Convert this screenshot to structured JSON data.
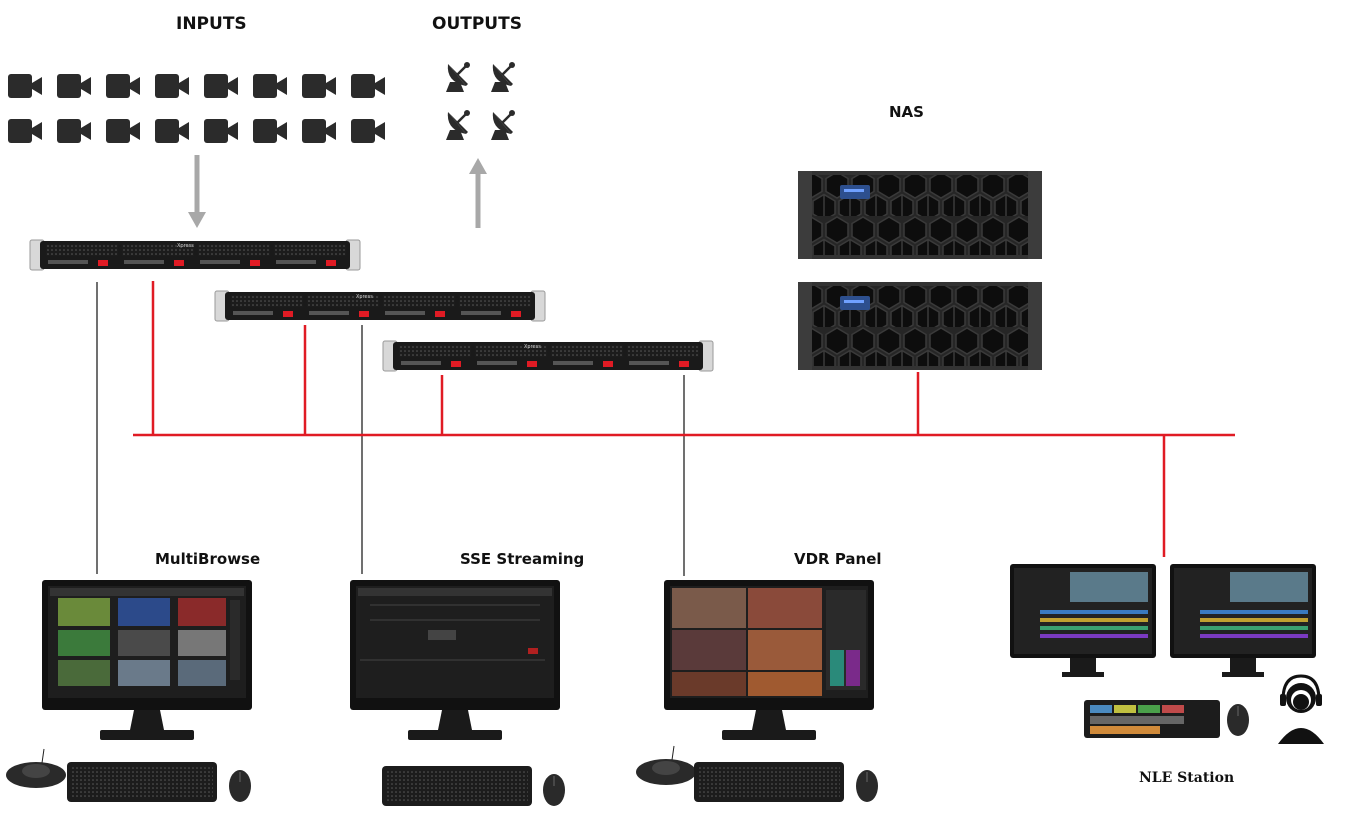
{
  "labels": {
    "inputs": "INPUTS",
    "outputs": "OUTPUTS",
    "nas": "NAS",
    "multibrowse": "MultiBrowse",
    "sse": "SSE Streaming",
    "vdr": "VDR Panel",
    "nle": "NLE Station"
  },
  "server_brand": "Xpress",
  "colors": {
    "network": "#e01b24",
    "link": "#111111",
    "arrow": "#a8a8a8",
    "device": "#2b2b2b"
  },
  "icons": {
    "input": "video-camera-icon",
    "output": "satellite-dish-icon",
    "operator": "headset-operator-icon"
  }
}
